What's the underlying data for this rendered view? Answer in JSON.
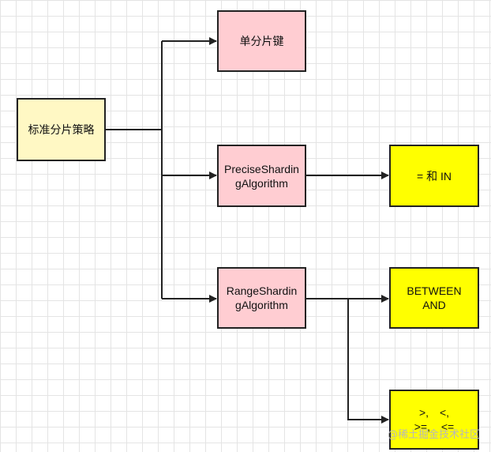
{
  "nodes": {
    "root": "标准分片策略",
    "single_key": "单分片键",
    "precise": "PreciseShardingAlgorithm",
    "range": "RangeShardingAlgorithm",
    "eq_in": "= 和 IN",
    "between_and": "BETWEEN AND",
    "comparisons": ">, <, >=, <="
  },
  "watermark": "@稀土掘金技术社区",
  "colors": {
    "root_fill": "#fff8c4",
    "algorithm_fill": "#ffcdd2",
    "condition_fill": "#ffff00",
    "stroke": "#222222"
  }
}
